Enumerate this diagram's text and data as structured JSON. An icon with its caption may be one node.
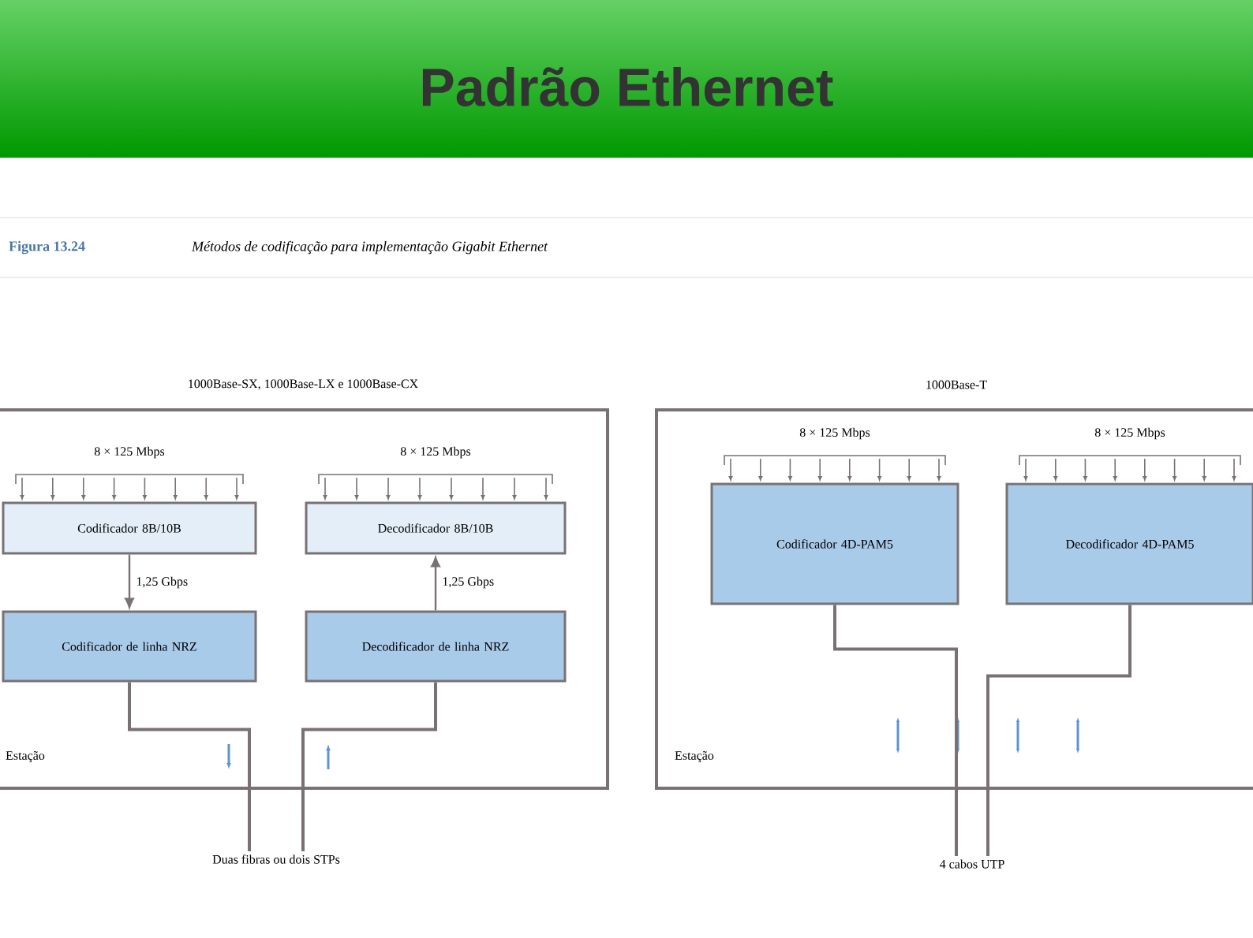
{
  "diagram": {
    "title": "Padrão Ethernet",
    "caption": "Métodos de codificação para implementação Gigabit Ethernet",
    "nodes": [
      {
        "text": [
          "1000Base-SX, 1000Base-LX e 1000Base-CX",
          "Estação"
        ]
      },
      {
        "text": [
          "Codificador 8B/10B"
        ],
        "in": 0,
        "beside": [
          "8 × 125 Mbps"
        ]
      },
      {
        "text": [
          "Decodificador 8B/10B"
        ],
        "in": 0,
        "beside": [
          "8 × 125 Mbps"
        ]
      },
      {
        "text": [
          "Codificador de linha NRZ"
        ],
        "in": 0
      },
      {
        "text": [
          "Decodificador de linha NRZ"
        ],
        "in": 0
      },
      {
        "text": [
          "1000Base-T",
          "Estação"
        ]
      },
      {
        "text": [
          "Codificador 4D-PAM5"
        ],
        "in": 5,
        "beside": [
          "8 × 125 Mbps"
        ]
      },
      {
        "text": [
          "Decodificador 4D-PAM5"
        ],
        "in": 5,
        "beside": [
          "8 × 125 Mbps"
        ]
      },
      {
        "text": [
          "Duas fibras ou dois STPs"
        ]
      },
      {
        "text": [
          "4 cabos UTP"
        ]
      }
    ],
    "edges": [
      {
        "from": 1,
        "to": 3,
        "arrow": "to",
        "label": "1,25 Gbps"
      },
      {
        "from": 4,
        "to": 2,
        "arrow": "to",
        "label": "1,25 Gbps"
      },
      {
        "from": 3,
        "to": 8,
        "arrow": "none"
      },
      {
        "from": 8,
        "to": 4,
        "arrow": "none"
      },
      {
        "from": 6,
        "to": 9,
        "arrow": "none"
      },
      {
        "from": 9,
        "to": 7,
        "arrow": "none"
      }
    ],
    "labels": [
      "Figura 13.24"
    ]
  }
}
